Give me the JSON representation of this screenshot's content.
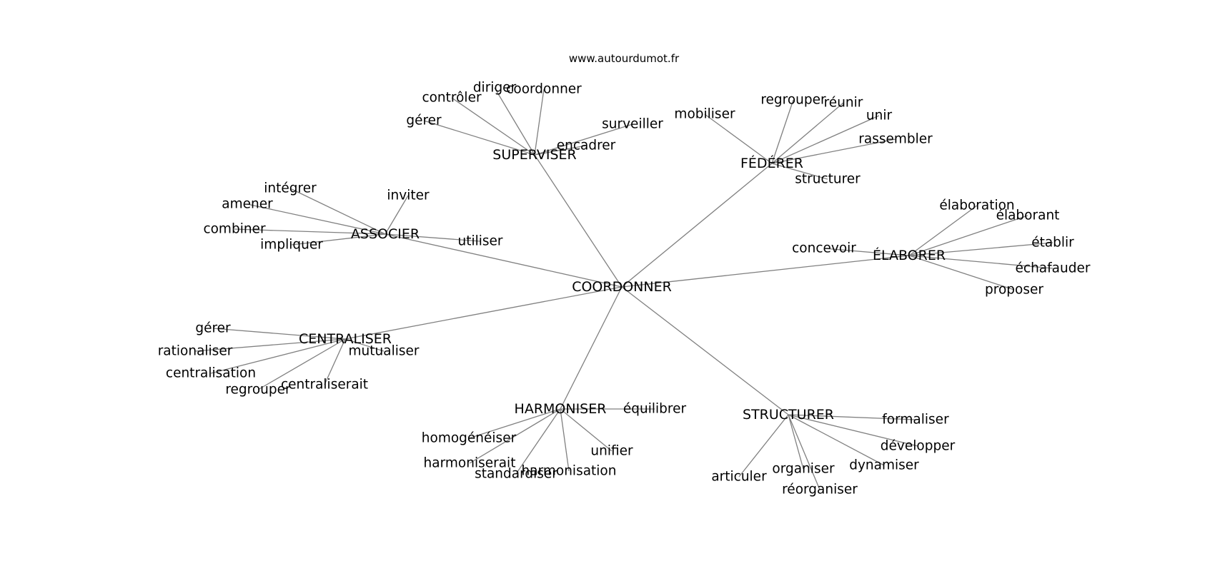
{
  "source": "www.autourdumot.fr",
  "root": "COORDONNER",
  "groups": [
    {
      "id": "supervise",
      "label": "SUPERVISER",
      "leaves": [
        "gérer",
        "contrôler",
        "diriger",
        "coordonner",
        "surveiller",
        "encadrer"
      ]
    },
    {
      "id": "federate",
      "label": "FÉDÉRER",
      "leaves": [
        "mobiliser",
        "regrouper",
        "réunir",
        "unir",
        "rassembler",
        "structurer"
      ]
    },
    {
      "id": "associate",
      "label": "ASSOCIER",
      "leaves": [
        "intégrer",
        "amener",
        "inviter",
        "combiner",
        "impliquer",
        "utiliser"
      ]
    },
    {
      "id": "elaborate",
      "label": "ÉLABORER",
      "leaves": [
        "élaboration",
        "élaborant",
        "concevoir",
        "établir",
        "échafauder",
        "proposer"
      ]
    },
    {
      "id": "centralize",
      "label": "CENTRALISER",
      "leaves": [
        "gérer",
        "rationaliser",
        "mutualiser",
        "centralisation",
        "centraliserait",
        "regrouper"
      ]
    },
    {
      "id": "harmonize",
      "label": "HARMONISER",
      "leaves": [
        "équilibrer",
        "homogénéiser",
        "unifier",
        "harmoniserait",
        "standardiser",
        "harmonisation"
      ]
    },
    {
      "id": "structure",
      "label": "STRUCTURER",
      "leaves": [
        "formaliser",
        "développer",
        "dynamiser",
        "organiser",
        "articuler",
        "réorganiser"
      ]
    }
  ]
}
